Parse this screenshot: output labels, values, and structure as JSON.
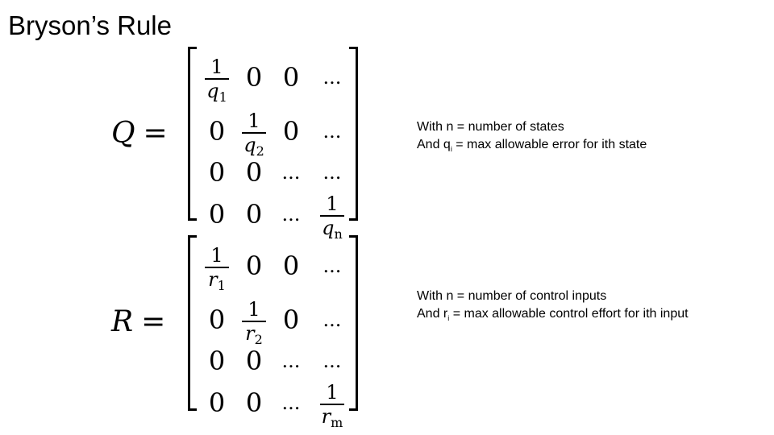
{
  "title": "Bryson’s Rule",
  "q_equation": {
    "lhs": "Q",
    "eq": "=",
    "rows": [
      [
        {
          "num": "1",
          "var": "q",
          "sub": "1"
        },
        "0",
        "0",
        "..."
      ],
      [
        "0",
        {
          "num": "1",
          "var": "q",
          "sub": "2"
        },
        "0",
        "..."
      ],
      [
        "0",
        "0",
        "...",
        "..."
      ],
      [
        "0",
        "0",
        "...",
        {
          "num": "1",
          "var": "q",
          "sub": "n"
        }
      ]
    ]
  },
  "r_equation": {
    "lhs": "R",
    "eq": "=",
    "rows": [
      [
        {
          "num": "1",
          "var": "r",
          "sub": "1"
        },
        "0",
        "0",
        "..."
      ],
      [
        "0",
        {
          "num": "1",
          "var": "r",
          "sub": "2"
        },
        "0",
        "..."
      ],
      [
        "0",
        "0",
        "...",
        "..."
      ],
      [
        "0",
        "0",
        "...",
        {
          "num": "1",
          "var": "r",
          "sub": "m"
        }
      ]
    ]
  },
  "q_note": {
    "line1": "With n = number of states",
    "line2_pre": "And q",
    "line2_sub": "i",
    "line2_post": " = max allowable error for ith state"
  },
  "r_note": {
    "line1": "With n = number of control inputs",
    "line2_pre": "And r",
    "line2_sub": "i",
    "line2_post": " = max allowable control effort for ith input"
  }
}
